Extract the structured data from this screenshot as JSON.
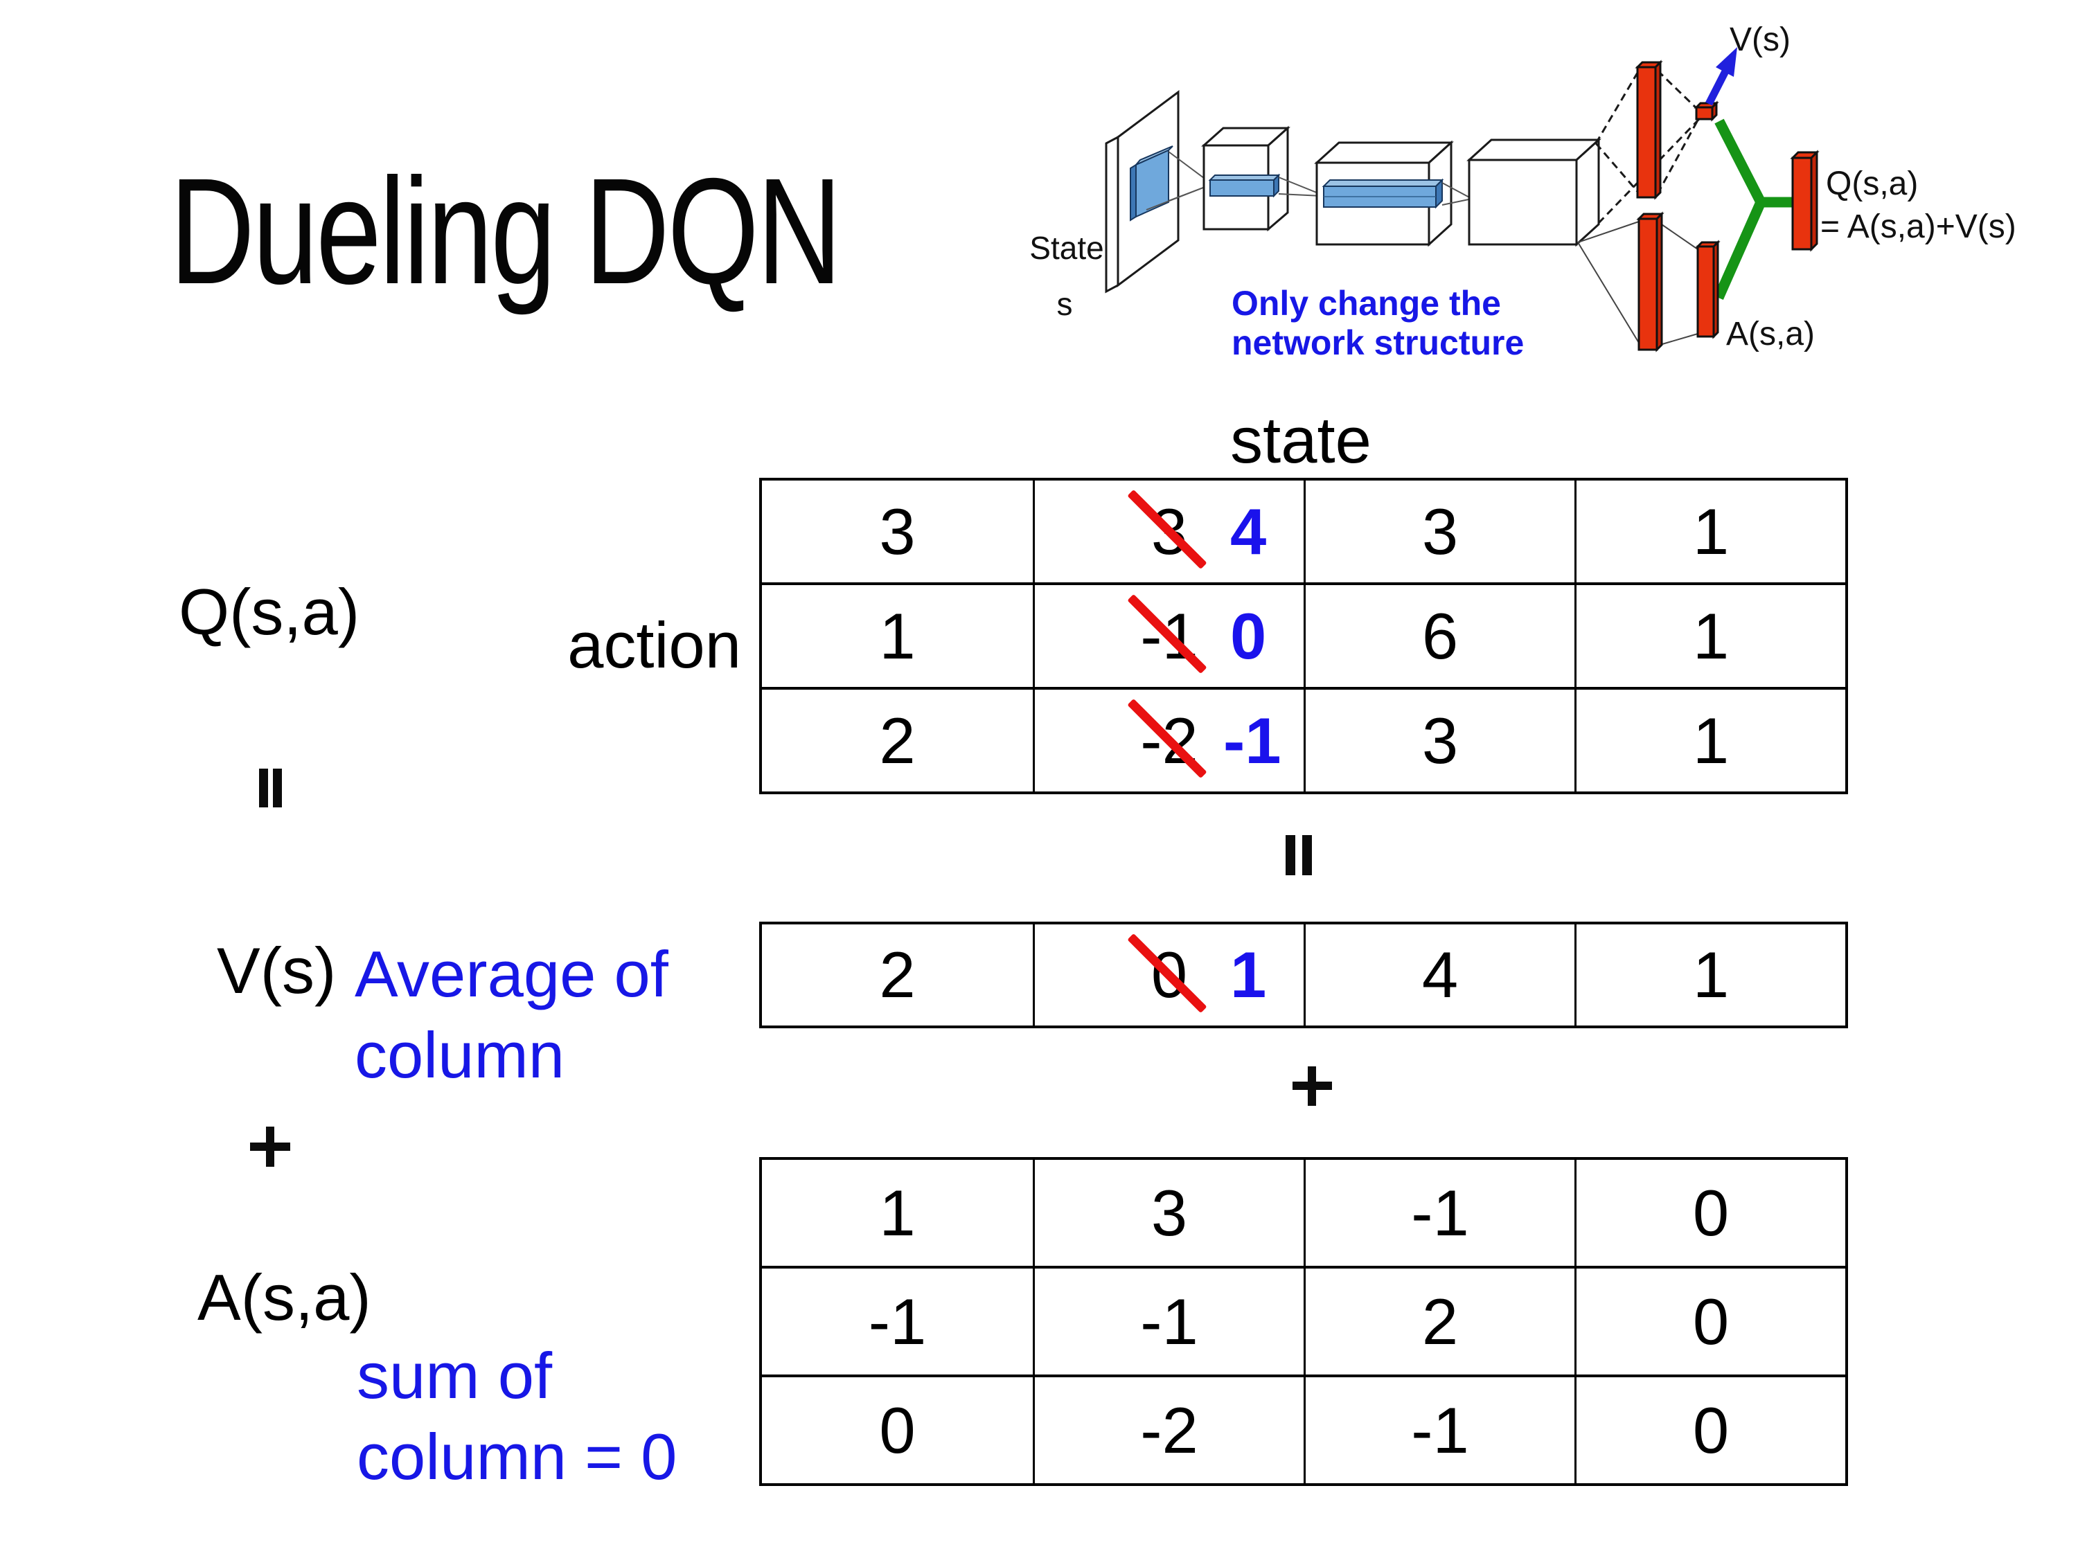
{
  "title": "Dueling DQN",
  "colors": {
    "accent_blue": "#1717e6",
    "struck_red": "#e91111",
    "bar_red": "#e8330e",
    "merge_green": "#169416",
    "arrow_blue": "#2020dd",
    "text_black": "#000000"
  },
  "diagram": {
    "state_line1": "State",
    "state_line2": "s",
    "note_line1": "Only change the",
    "note_line2": "network structure",
    "v_out_label": "V(s)",
    "q_out_label": "Q(s,a)",
    "q_out_formula": "= A(s,a)+V(s)",
    "a_out_label": "A(s,a)"
  },
  "labels": {
    "q": "Q(s,a)",
    "v": "V(s)",
    "a": "A(s,a)",
    "state": "state",
    "action": "action",
    "avg_line1": "Average of",
    "avg_line2": "column",
    "sum_line1": "sum of",
    "sum_line2": "column = 0"
  },
  "q_table": {
    "rows": [
      {
        "c1": "3",
        "c2_old": "3",
        "c2_new": "4",
        "c3": "3",
        "c4": "1"
      },
      {
        "c1": "1",
        "c2_old": "-1",
        "c2_new": "0",
        "c3": "6",
        "c4": "1"
      },
      {
        "c1": "2",
        "c2_old": "-2",
        "c2_new": "-1",
        "c3": "3",
        "c4": "1"
      }
    ]
  },
  "v_table": {
    "c1": "2",
    "c2_old": "0",
    "c2_new": "1",
    "c3": "4",
    "c4": "1"
  },
  "a_table": {
    "rows": [
      {
        "c1": "1",
        "c2": "3",
        "c3": "-1",
        "c4": "0"
      },
      {
        "c1": "-1",
        "c2": "-1",
        "c3": "2",
        "c4": "0"
      },
      {
        "c1": "0",
        "c2": "-2",
        "c3": "-1",
        "c4": "0"
      }
    ]
  }
}
